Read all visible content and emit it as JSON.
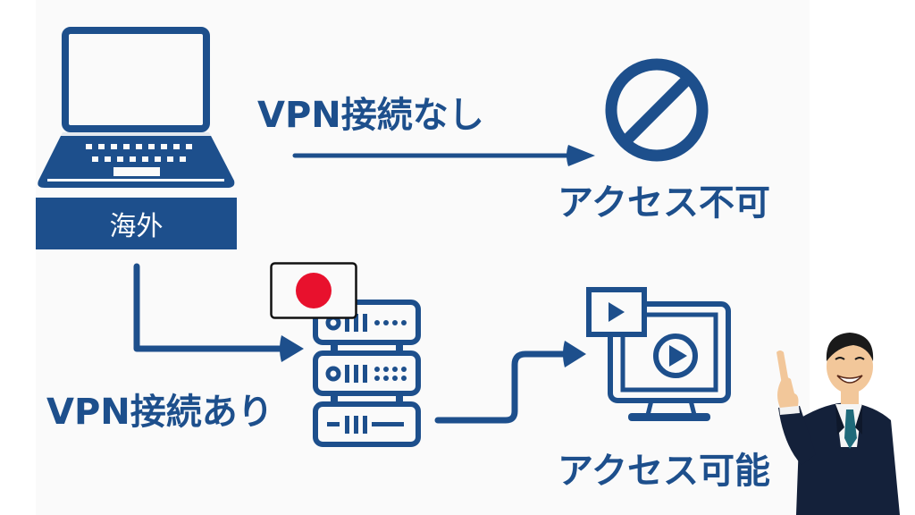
{
  "diagram": {
    "title": "VPN access diagram",
    "colors": {
      "primary": "#1d4f8c",
      "background": "#fafafa",
      "flag_red": "#e8112d",
      "suit": "#14213a",
      "tie": "#1f6a7a"
    },
    "nodes": {
      "laptop": {
        "icon": "laptop-icon",
        "region_label": "海外"
      },
      "blocked": {
        "icon": "prohibited-icon",
        "label": "アクセス不可"
      },
      "server": {
        "icon": "server-icon",
        "flag": "japan-flag-icon"
      },
      "video": {
        "icon": "video-monitor-icon",
        "label": "アクセス可能"
      },
      "presenter": {
        "icon": "businessman-pointing-illustration"
      }
    },
    "edges": [
      {
        "from": "laptop",
        "to": "blocked",
        "label": "VPN接続なし"
      },
      {
        "from": "laptop",
        "to": "server",
        "label": "VPN接続あり"
      },
      {
        "from": "server",
        "to": "video",
        "label": ""
      }
    ]
  }
}
